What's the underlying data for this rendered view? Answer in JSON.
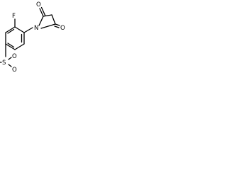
{
  "molecule": {
    "atoms": {
      "fluorine": "F",
      "nitrogen": "N",
      "oxygen_top": "O",
      "oxygen_right": "O",
      "oxygen_sulfonyl_top": "O",
      "oxygen_sulfonyl_bottom": "O",
      "sulfur": "S"
    }
  }
}
